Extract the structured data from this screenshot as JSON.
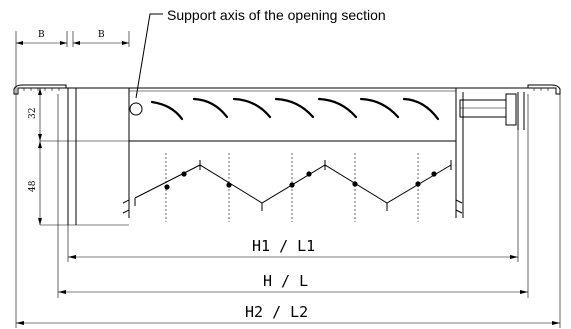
{
  "callout": {
    "text": "Support axis of the opening section"
  },
  "dimensions": {
    "b_left": "B",
    "b_right": "B",
    "height_top": "32",
    "height_bottom": "48",
    "h1_l1": "H1  /  L1",
    "h_l": "H  /  L",
    "h2_l2": "H2  /  L2"
  }
}
